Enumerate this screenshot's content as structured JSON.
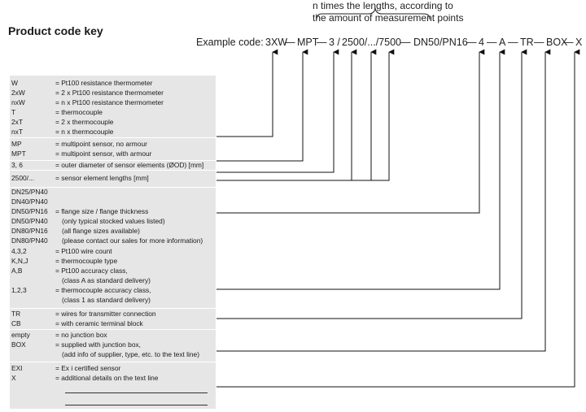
{
  "title": "Product code key",
  "note": {
    "lines": [
      "n times the lengths, according to",
      "the amount of measurement points"
    ]
  },
  "example_code": {
    "label": "Example code:",
    "segments": [
      "3XW",
      "MPT",
      "3",
      "2500/.../7500",
      "DN50/PN16",
      "4",
      "A",
      "TR",
      "BOX",
      "X"
    ],
    "display": [
      "3XW",
      "—",
      "MPT",
      "—",
      "3 /",
      "2500/.../7500",
      "—",
      "DN50/PN16",
      "—",
      "4",
      "—",
      "A",
      "—",
      "TR",
      "—",
      "BOX",
      "—",
      "X"
    ]
  },
  "legend": {
    "groups": [
      {
        "rows": [
          {
            "key": "W",
            "desc": "= Pt100 resistance thermometer"
          },
          {
            "key": "2xW",
            "desc": "= 2 x Pt100 resistance thermometer"
          },
          {
            "key": "nxW",
            "desc": "= n x Pt100 resistance thermometer"
          },
          {
            "key": "T",
            "desc": "= thermocouple"
          },
          {
            "key": "2xT",
            "desc": "= 2 x thermocouple"
          },
          {
            "key": "nxT",
            "desc": "= n x thermocouple"
          }
        ]
      },
      {
        "rows": [
          {
            "key": "MP",
            "desc": "= multipoint sensor, no armour"
          },
          {
            "key": "MPT",
            "desc": "= multipoint sensor, with armour"
          }
        ]
      },
      {
        "rows": [
          {
            "key": "3, 6",
            "desc": "= outer diameter of sensor elements (ØOD) [mm]"
          }
        ]
      },
      {
        "rows": [
          {
            "key": "2500/...",
            "desc": "= sensor element lengths [mm]"
          }
        ]
      },
      {
        "rows": [
          {
            "key": "DN25/PN40",
            "desc": ""
          },
          {
            "key": "DN40/PN40",
            "desc": ""
          },
          {
            "key": "DN50/PN16",
            "desc": "= flange size / flange thickness"
          },
          {
            "key": "DN50/PN40",
            "desc": "(only typical stocked values listed)"
          },
          {
            "key": "DN80/PN16",
            "desc": "(all flange sizes available)"
          },
          {
            "key": "DN80/PN40",
            "desc": "(please contact our sales for more information)"
          },
          {
            "key": "4,3,2",
            "desc": "= Pt100 wire count"
          },
          {
            "key": "K,N,J",
            "desc": "= thermocouple type"
          },
          {
            "key": "A,B",
            "desc": "= Pt100 accuracy class,"
          },
          {
            "key": "",
            "desc": "(class A as standard delivery)"
          },
          {
            "key": "1,2,3",
            "desc": "= thermocouple accuracy class,"
          },
          {
            "key": "",
            "desc": "(class 1 as standard delivery)"
          }
        ]
      },
      {
        "rows": [
          {
            "key": "TR",
            "desc": "= wires for transmitter connection"
          },
          {
            "key": "CB",
            "desc": "= with ceramic terminal block"
          }
        ]
      },
      {
        "rows": [
          {
            "key": "empty",
            "desc": "= no junction box"
          },
          {
            "key": "BOX",
            "desc": "= supplied with junction box,"
          },
          {
            "key": "",
            "desc": "(add info of supplier, type, etc. to the text line)"
          }
        ]
      },
      {
        "rows": [
          {
            "key": "EXI",
            "desc": "= Ex i certified sensor"
          },
          {
            "key": "X",
            "desc": "= additional details on the text line"
          }
        ]
      }
    ]
  }
}
